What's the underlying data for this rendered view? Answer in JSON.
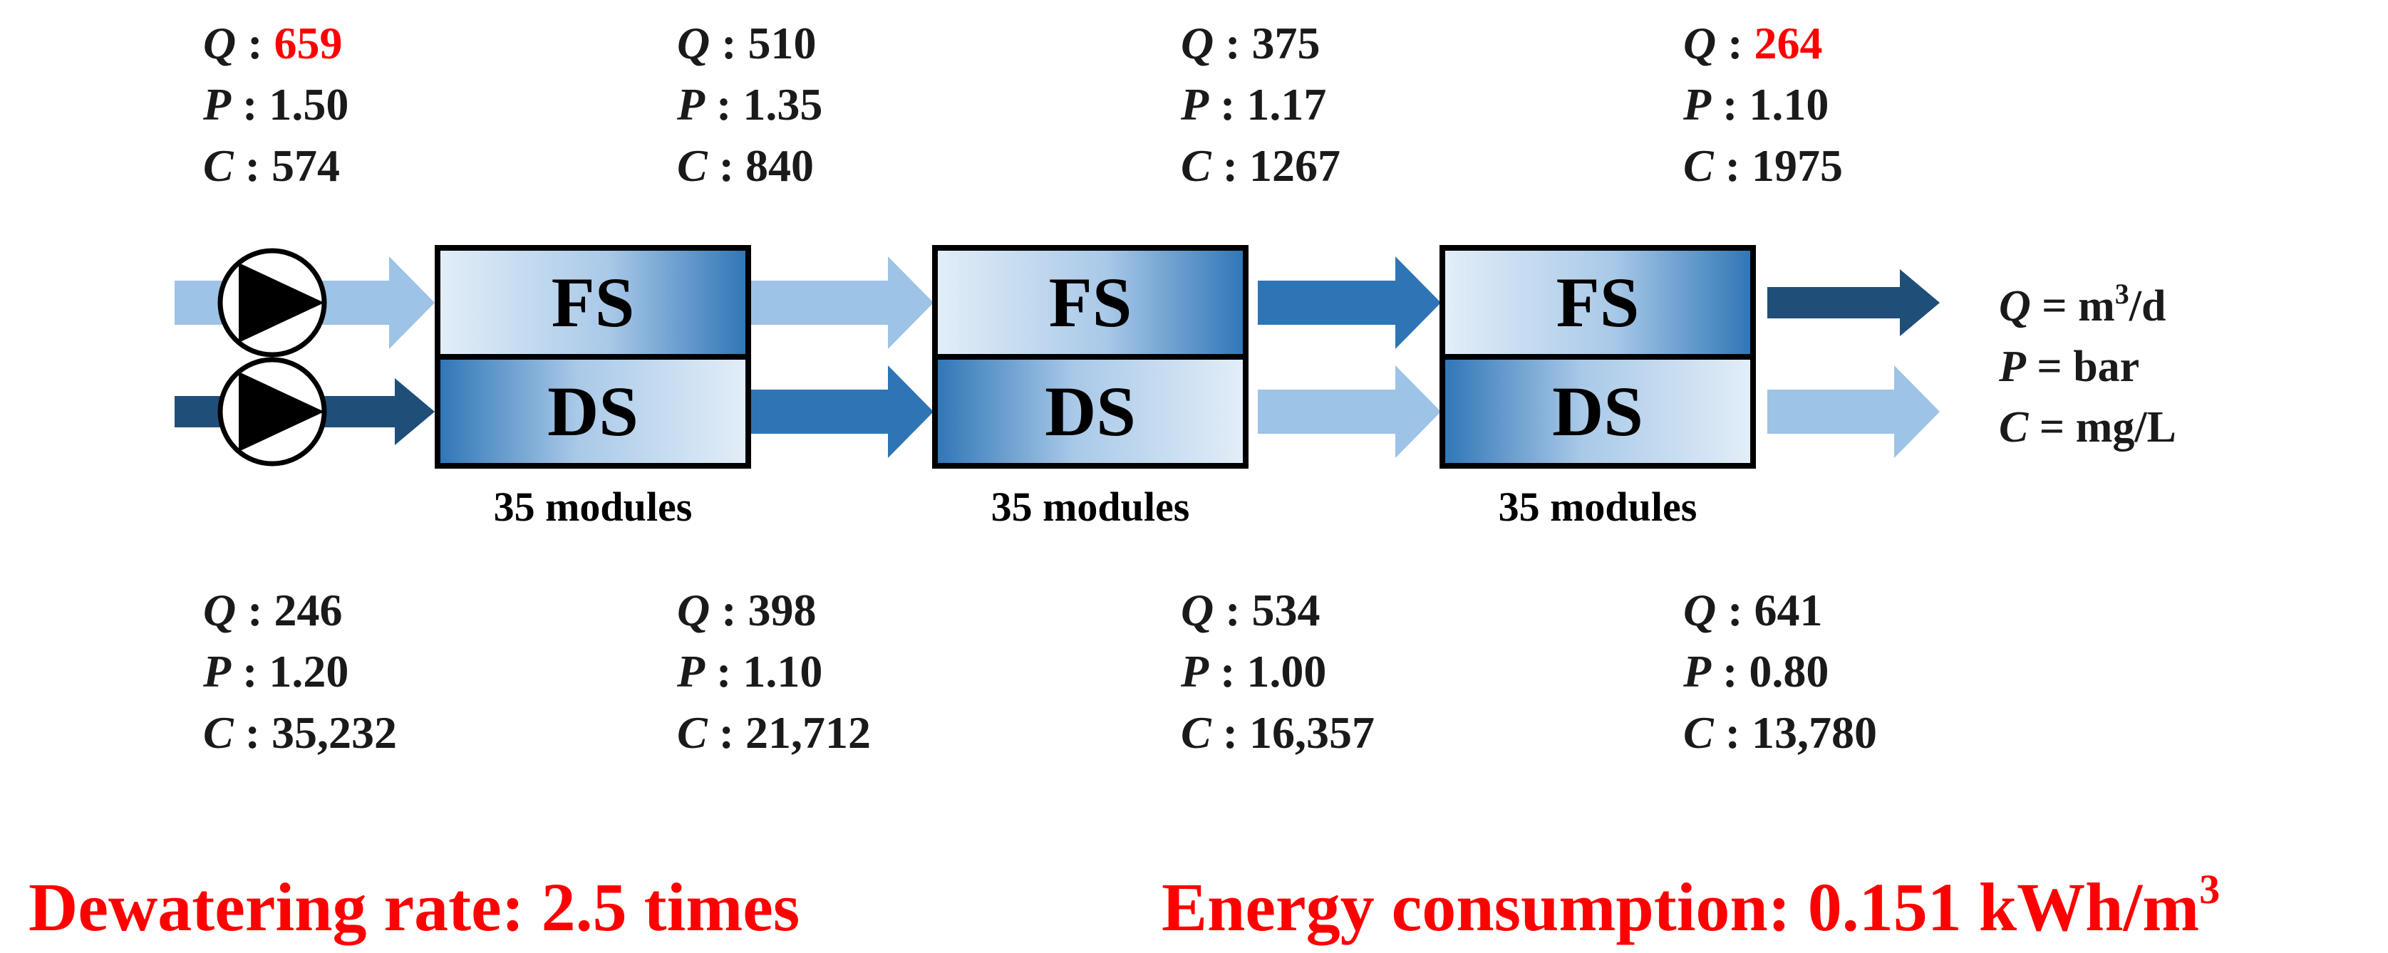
{
  "colors": {
    "light_blue": "#9DC3E6",
    "mid_blue": "#2E75B6",
    "dark_blue": "#1F4E79",
    "highlight_red": "#FF0000",
    "text": "#1a1a1a",
    "icons": {
      "feed_pump": "pump-icon",
      "draw_pump": "pump-icon"
    }
  },
  "stages": [
    {
      "top_label": "FS",
      "bottom_label": "DS",
      "modules": "35 modules"
    },
    {
      "top_label": "FS",
      "bottom_label": "DS",
      "modules": "35 modules"
    },
    {
      "top_label": "FS",
      "bottom_label": "DS",
      "modules": "35 modules"
    }
  ],
  "feed_points": [
    {
      "q_key": "Q",
      "q_val": "659",
      "q_highlight": true,
      "p_key": "P",
      "p_val": "1.50",
      "c_key": "C",
      "c_val": "574"
    },
    {
      "q_key": "Q",
      "q_val": "510",
      "q_highlight": false,
      "p_key": "P",
      "p_val": "1.35",
      "c_key": "C",
      "c_val": "840"
    },
    {
      "q_key": "Q",
      "q_val": "375",
      "q_highlight": false,
      "p_key": "P",
      "p_val": "1.17",
      "c_key": "C",
      "c_val": "1267"
    },
    {
      "q_key": "Q",
      "q_val": "264",
      "q_highlight": true,
      "p_key": "P",
      "p_val": "1.10",
      "c_key": "C",
      "c_val": "1975"
    }
  ],
  "draw_points": [
    {
      "q_key": "Q",
      "q_val": "246",
      "p_key": "P",
      "p_val": "1.20",
      "c_key": "C",
      "c_val": "35,232"
    },
    {
      "q_key": "Q",
      "q_val": "398",
      "p_key": "P",
      "p_val": "1.10",
      "c_key": "C",
      "c_val": "21,712"
    },
    {
      "q_key": "Q",
      "q_val": "534",
      "p_key": "P",
      "p_val": "1.00",
      "c_key": "C",
      "c_val": "16,357"
    },
    {
      "q_key": "Q",
      "q_val": "641",
      "p_key": "P",
      "p_val": "0.80",
      "c_key": "C",
      "c_val": "13,780"
    }
  ],
  "legend": [
    {
      "key": "Q",
      "base": " = m",
      "sup": "3",
      "tail": "/d"
    },
    {
      "key": "P",
      "base": " = bar",
      "sup": "",
      "tail": ""
    },
    {
      "key": "C",
      "base": " = mg/L",
      "sup": "",
      "tail": ""
    }
  ],
  "footer": {
    "dewatering": "Dewatering rate: 2.5 times",
    "energy_base": "Energy consumption: 0.151 kWh/m",
    "energy_sup": "3"
  }
}
